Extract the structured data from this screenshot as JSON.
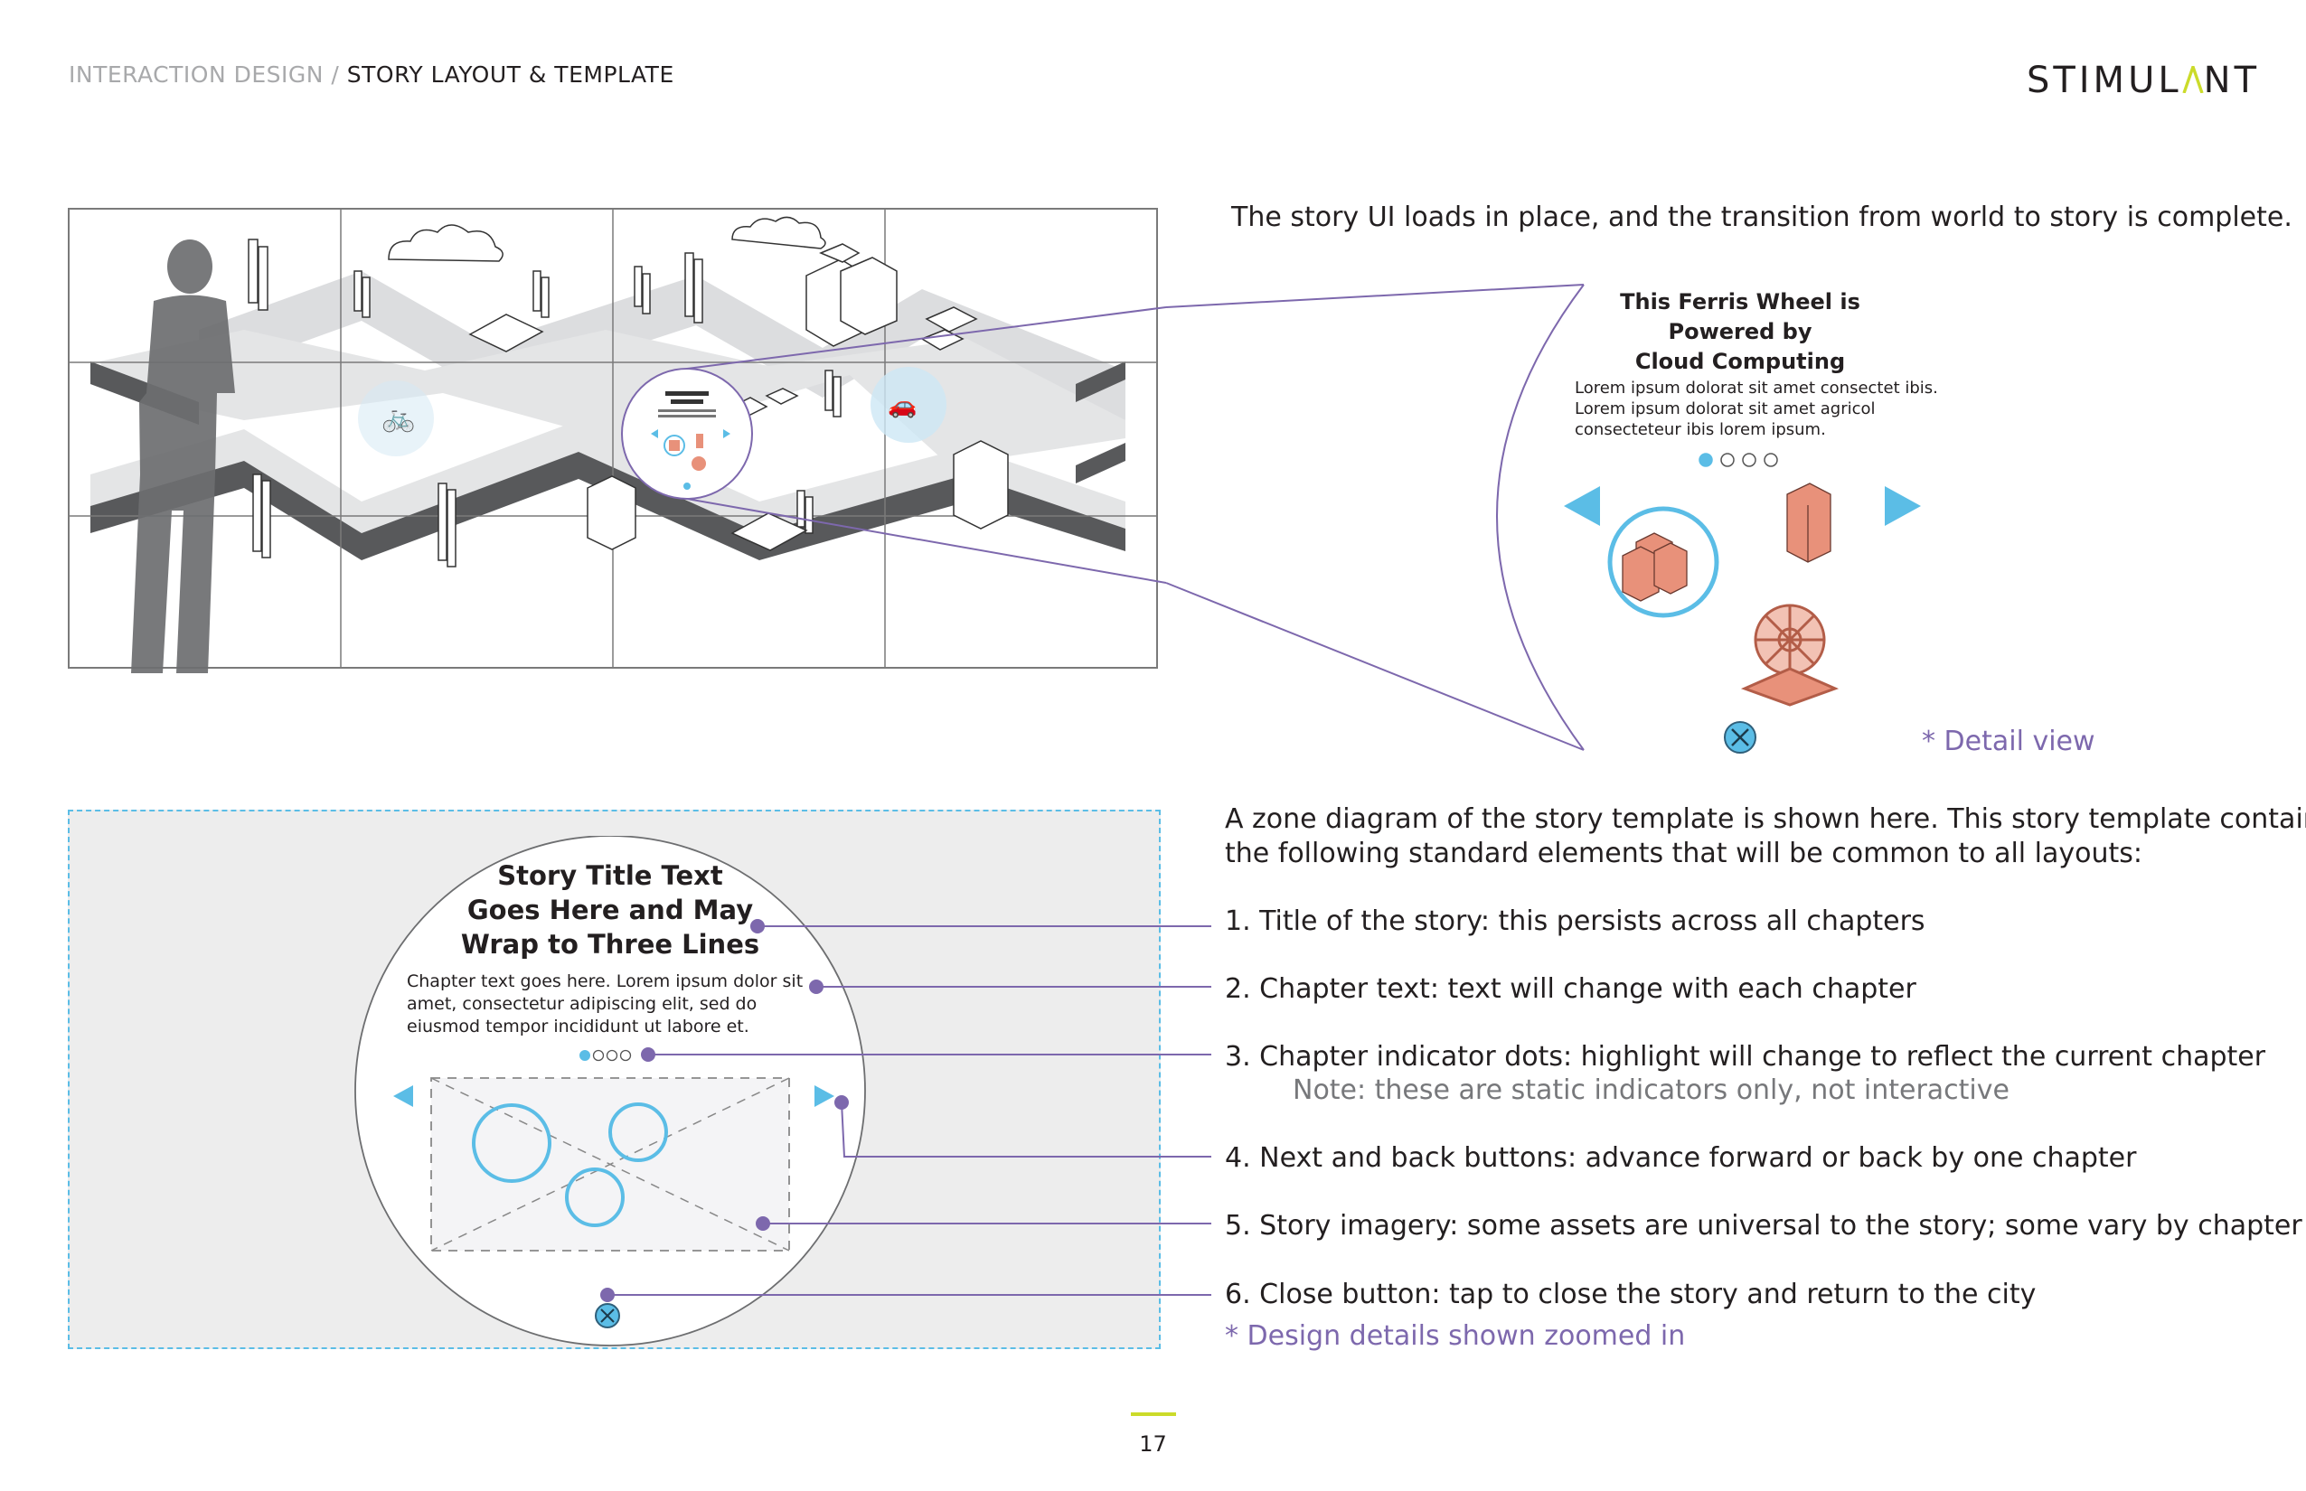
{
  "header": {
    "breadcrumb_section": "INTERACTION DESIGN",
    "breadcrumb_separator": "/",
    "breadcrumb_page": "STORY LAYOUT & TEMPLATE",
    "logo_left": "STIMUL",
    "logo_right": "NT",
    "logo_accent_color": "#cbdb2a"
  },
  "top": {
    "caption": "The story UI loads in place, and the transition from world to story is complete.",
    "detail": {
      "title_line1": "This Ferris Wheel is",
      "title_line2": "Powered by",
      "title_line3": "Cloud Computing",
      "body_line1": "Lorem ipsum dolorat sit amet consectet ibis.",
      "body_line2": "Lorem ipsum dolorat sit amet agricol",
      "body_line3": "consecteteur ibis lorem ipsum.",
      "label": "* Detail view"
    }
  },
  "template": {
    "title_line1": "Story Title Text",
    "title_line2": "Goes Here and May",
    "title_line3": "Wrap to Three Lines",
    "chapter_line1": "Chapter text goes here. Lorem ipsum dolor sit",
    "chapter_line2": "amet, consectetur adipiscing elit, sed do",
    "chapter_line3": "eiusmod tempor incididunt ut labore et."
  },
  "zones": {
    "intro_line1": "A zone diagram of the story template is shown here. This story template contains",
    "intro_line2": "the following standard elements that will be common to all layouts:",
    "items": [
      "1. Title of the story: this persists across all chapters",
      "2. Chapter text: text will change with each chapter",
      "3. Chapter indicator dots: highlight will change to reflect the current chapter",
      "4. Next and back buttons: advance forward or back by one chapter",
      "5. Story imagery: some assets are universal to the story; some vary by chapter",
      "6. Close button: tap to close the story and return to the city"
    ],
    "item3_note": "Note: these are static indicators only, not interactive",
    "footnote": "* Design details shown zoomed in"
  },
  "page_number": "17",
  "colors": {
    "accent_purple": "#7d68ad",
    "accent_blue": "#5bbde6",
    "asset_orange": "#e8917a",
    "lime": "#cbdb2a"
  }
}
